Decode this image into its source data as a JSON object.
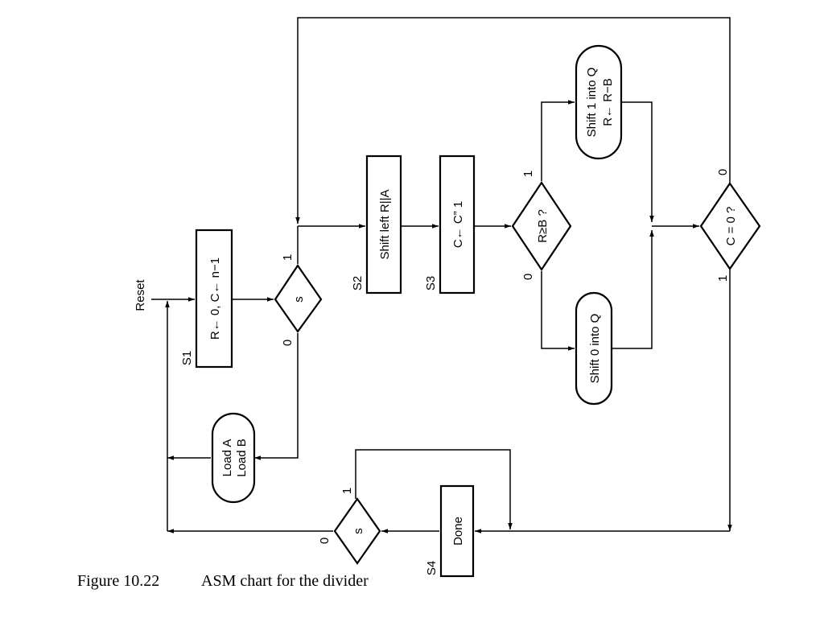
{
  "figure": {
    "caption_number": "Figure 10.22",
    "caption_text": "ASM chart for the divider"
  },
  "reset_label": "Reset",
  "states": {
    "s1": {
      "name": "S1",
      "text": "R← 0, C← n−1"
    },
    "s2": {
      "name": "S2",
      "text": "Shift left R||A"
    },
    "s3": {
      "name": "S3",
      "text": "C← C” 1"
    },
    "s4": {
      "name": "S4",
      "text": "Done"
    }
  },
  "decisions": {
    "s_top": {
      "text": "s",
      "true_label": "1",
      "false_label": "0"
    },
    "r_ge_b": {
      "text": "R≥B ?",
      "true_label": "1",
      "false_label": "0"
    },
    "c_zero": {
      "text": "C  =  0 ?",
      "true_label": "1",
      "false_label": "0"
    },
    "s_bottom": {
      "text": "s",
      "true_label": "1",
      "false_label": "0"
    }
  },
  "conditional_outputs": {
    "load": {
      "line1": "Load A",
      "line2": "Load B"
    },
    "shift1": {
      "line1": "Shift 1 into Q",
      "line2": "R← R−B"
    },
    "shift0": {
      "line1": "Shift 0 into Q"
    }
  }
}
